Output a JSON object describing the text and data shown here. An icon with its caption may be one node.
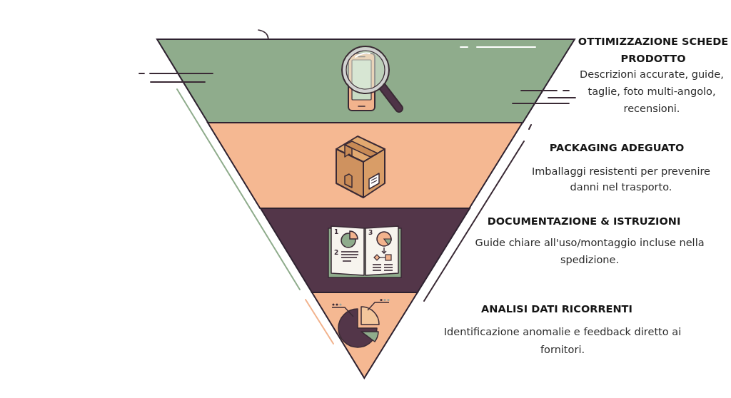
{
  "diagram": {
    "nodes": [
      {
        "text": [
          "OTTIMIZZAZIONE SCHEDE PRODOTTO",
          "Descrizioni accurate, guide, taglie, foto multi-angolo, recensioni."
        ]
      },
      {
        "text": [
          "PACKAGING ADEGUATO",
          "Imballaggi resistenti per prevenire danni nel trasporto."
        ]
      },
      {
        "text": [
          "DOCUMENTAZIONE & ISTRUZIONI",
          "Guide chiare all'uso/montaggio incluse nella spedizione."
        ]
      },
      {
        "text": [
          "ANALISI DATI RICORRENTI",
          "Identificazione anomalie e feedback diretto ai fornitori."
        ]
      }
    ],
    "labels": [
      "1",
      "3",
      "2"
    ]
  }
}
